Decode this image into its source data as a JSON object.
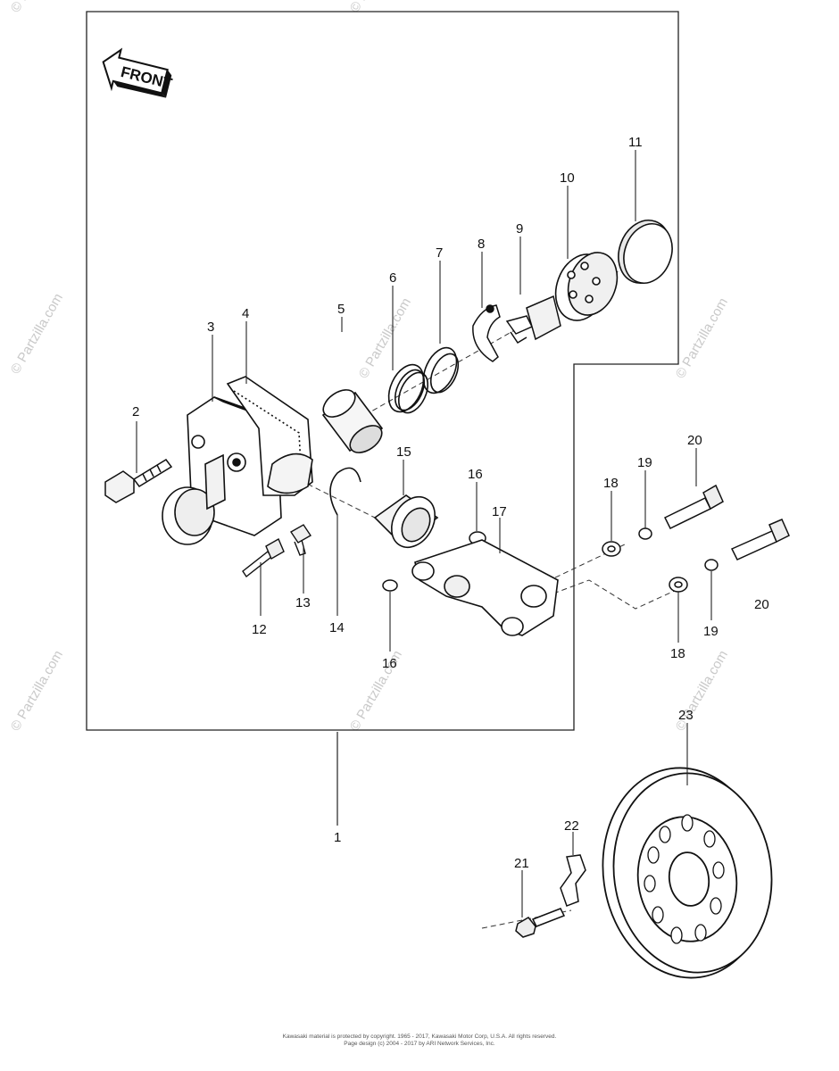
{
  "front_arrow_label": "FRONT",
  "callouts": {
    "c1": "1",
    "c2": "2",
    "c3": "3",
    "c4": "4",
    "c5": "5",
    "c6": "6",
    "c7": "7",
    "c8": "8",
    "c9": "9",
    "c10": "10",
    "c11": "11",
    "c12": "12",
    "c13": "13",
    "c14": "14",
    "c15": "15",
    "c16": "16",
    "c17": "17",
    "c18": "18",
    "c19": "19",
    "c20": "20",
    "c21": "21",
    "c22": "22",
    "c23": "23"
  },
  "watermark": "© Partzilla.com",
  "copyright": {
    "line1": "Kawasaki material is protected by copyright. 1965 - 2017, Kawasaki Motor Corp, U.S.A. All rights reserved.",
    "line2": "Page design (c) 2004 - 2017 by ARI Network Services, Inc."
  }
}
